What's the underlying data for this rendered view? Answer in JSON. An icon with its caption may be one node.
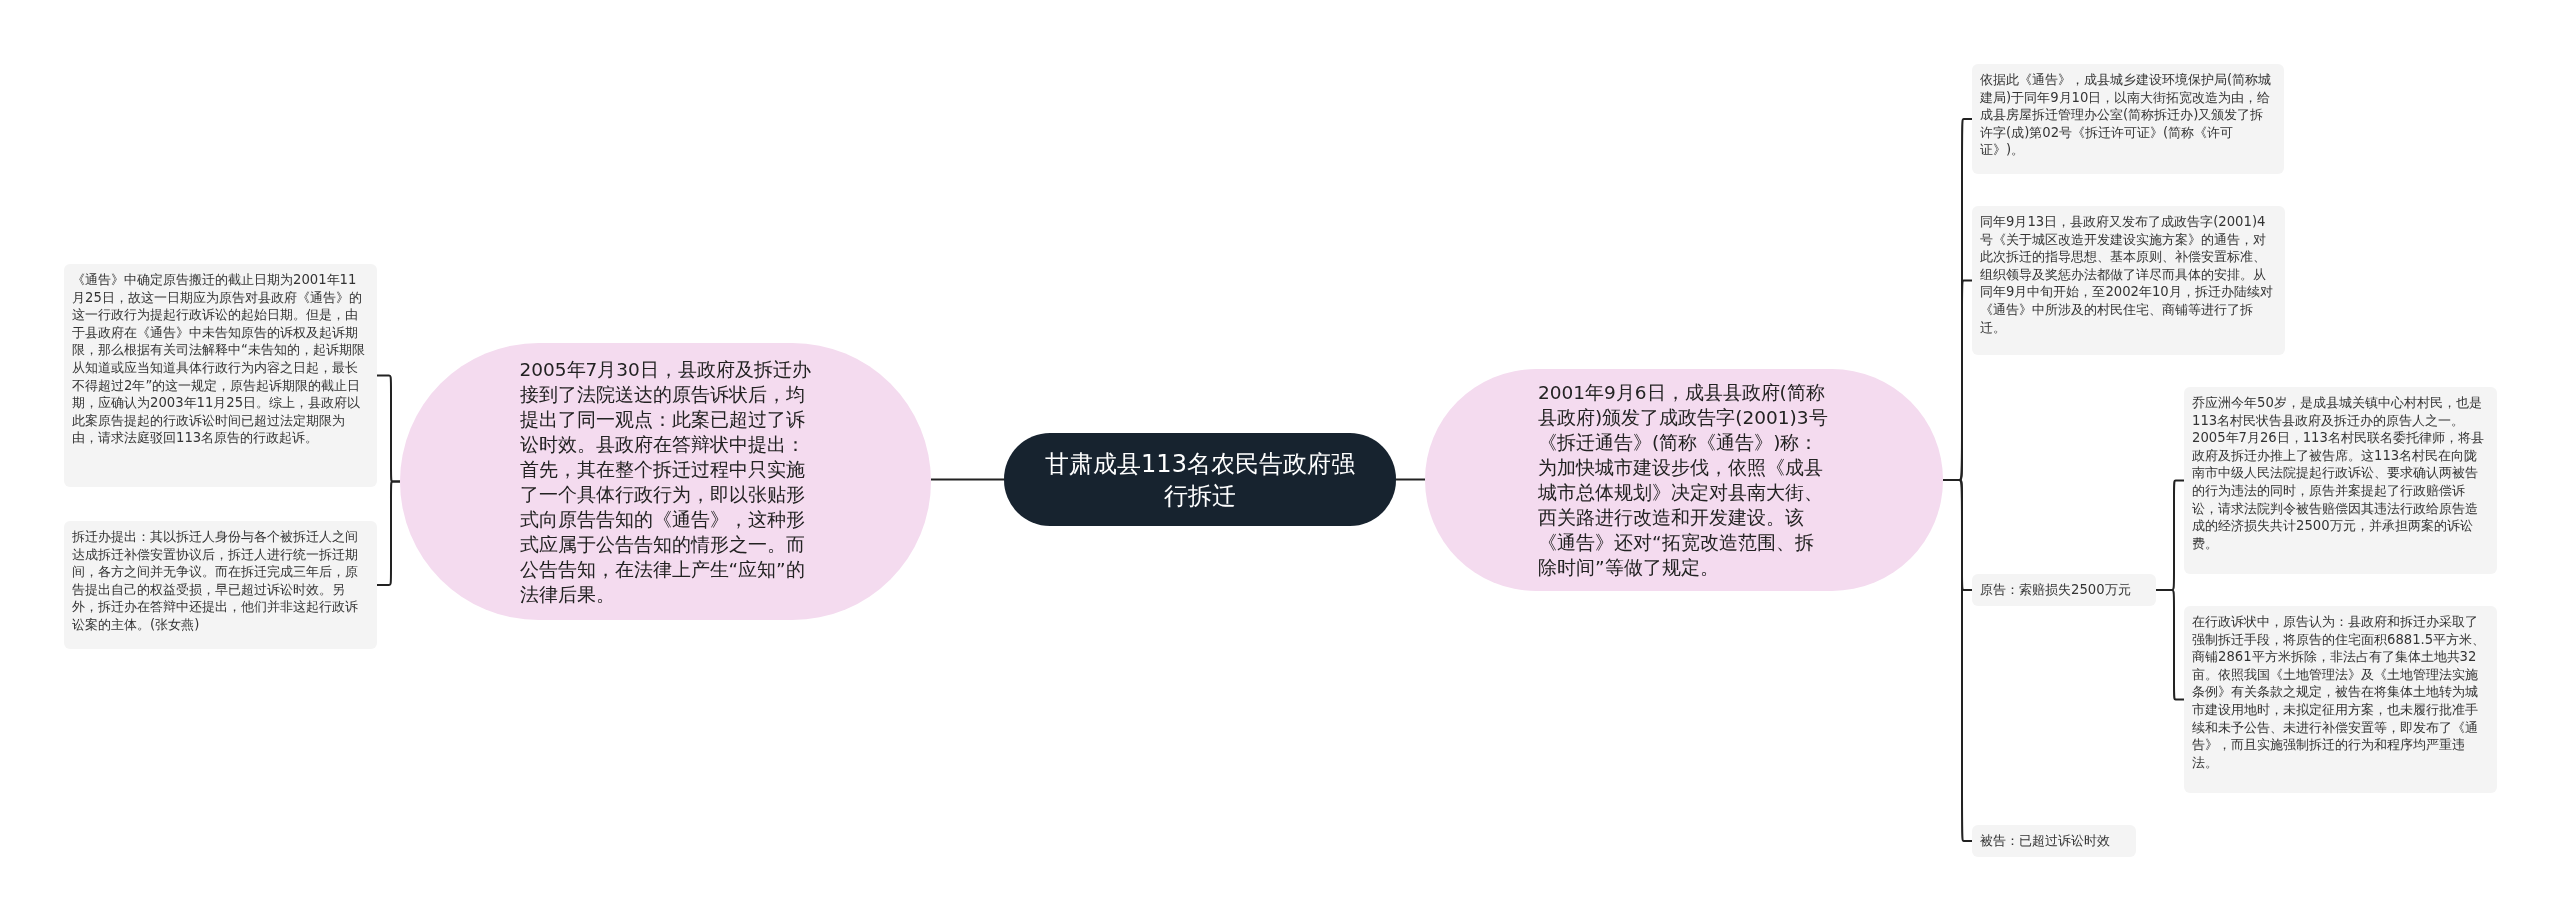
{
  "diagram": {
    "nodes": [
      {
        "text": [
          "甘肃成县113名农民告政府强行拆迁"
        ]
      },
      {
        "text": [
          "2005年7月30日，县政府及拆迁办接到了法院送达的原告诉状后，均提出了同一观点：此案已超过了诉讼时效。县政府在答辩状中提出：首先，其在整个拆迁过程中只实施了一个具体行政行为，即以张贴形式向原告告知的《通告》，这种形式应属于公告告知的情形之一。而公告告知，在法律上产生“应知”的法律后果。"
        ]
      },
      {
        "text": [
          "《通告》中确定原告搬迁的截止日期为2001年11月25日，故这一日期应为原告对县政府《通告》的这一行政行为提起行政诉讼的起始日期。但是，由于县政府在《通告》中未告知原告的诉权及起诉期限，那么根据有关司法解释中“未告知的，起诉期限从知道或应当知道具体行政行为内容之日起，最长不得超过2年”的这一规定，原告起诉期限的截止日期，应确认为2003年11月25日。综上，县政府以此案原告提起的行政诉讼时间已超过法定期限为由，请求法庭驳回113名原告的行政起诉。"
        ]
      },
      {
        "text": [
          "拆迁办提出：其以拆迁人身份与各个被拆迁人之间达成拆迁补偿安置协议后，拆迁人进行统一拆迁期间，各方之间并无争议。而在拆迁完成三年后，原告提出自己的权益受损，早已超过诉讼时效。另外，拆迁办在答辩中还提出，他们并非这起行政诉讼案的主体。(张女燕)"
        ]
      },
      {
        "text": [
          "2001年9月6日，成县县政府(简称县政府)颁发了成政告字(2001)3号《拆迁通告》(简称《通告》)称：为加快城市建设步伐，依照《成县城市总体规划》决定对县南大街、西关路进行改造和开发建设。该《通告》还对“拓宽改造范围、拆除时间”等做了规定。"
        ]
      },
      {
        "text": [
          "依据此《通告》，成县城乡建设环境保护局(简称城建局)于同年9月10日，以南大街拓宽改造为由，给成县房屋拆迁管理办公室(简称拆迁办)又颁发了拆许字(成)第02号《拆迁许可证》(简称《许可证》)。"
        ]
      },
      {
        "text": [
          "同年9月13日，县政府又发布了成政告字(2001)4号《关于城区改造开发建设实施方案》的通告，对此次拆迁的指导思想、基本原则、补偿安置标准、组织领导及奖惩办法都做了详尽而具体的安排。从同年9月中旬开始，至2002年10月，拆迁办陆续对《通告》中所涉及的村民住宅、商铺等进行了拆迁。"
        ]
      },
      {
        "text": [
          "原告：索赔损失2500万元"
        ]
      },
      {
        "text": [
          "乔应洲今年50岁，是成县城关镇中心村村民，也是113名村民状告县政府及拆迁办的原告人之一。2005年7月26日，113名村民联名委托律师，将县政府及拆迁办推上了被告席。这113名村民在向陇南市中级人民法院提起行政诉讼、要求确认两被告的行为违法的同时，原告并案提起了行政赔偿诉讼，请求法院判令被告赔偿因其违法行政给原告造成的经济损失共计2500万元，并承担两案的诉讼费。"
        ]
      },
      {
        "text": [
          "在行政诉状中，原告认为：县政府和拆迁办采取了强制拆迁手段，将原告的住宅面积6881.5平方米、商铺2861平方米拆除，非法占有了集体土地共32亩。依照我国《土地管理法》及《土地管理法实施条例》有关条款之规定，被告在将集体土地转为城市建设用地时，未拟定征用方案，也未履行批准手续和未予公告、未进行补偿安置等，即发布了《通告》，而且实施强制拆迁的行为和程序均严重违法。"
        ]
      },
      {
        "text": [
          "被告：已超过诉讼时效"
        ]
      }
    ],
    "edges": [
      {
        "from": 0,
        "to": 1,
        "arrow": "none"
      },
      {
        "from": 1,
        "to": 2,
        "arrow": "none"
      },
      {
        "from": 1,
        "to": 3,
        "arrow": "none"
      },
      {
        "from": 0,
        "to": 4,
        "arrow": "none"
      },
      {
        "from": 4,
        "to": 5,
        "arrow": "none"
      },
      {
        "from": 4,
        "to": 6,
        "arrow": "none"
      },
      {
        "from": 4,
        "to": 7,
        "arrow": "none"
      },
      {
        "from": 4,
        "to": 10,
        "arrow": "none"
      },
      {
        "from": 7,
        "to": 8,
        "arrow": "none"
      },
      {
        "from": 7,
        "to": 9,
        "arrow": "none"
      }
    ]
  }
}
